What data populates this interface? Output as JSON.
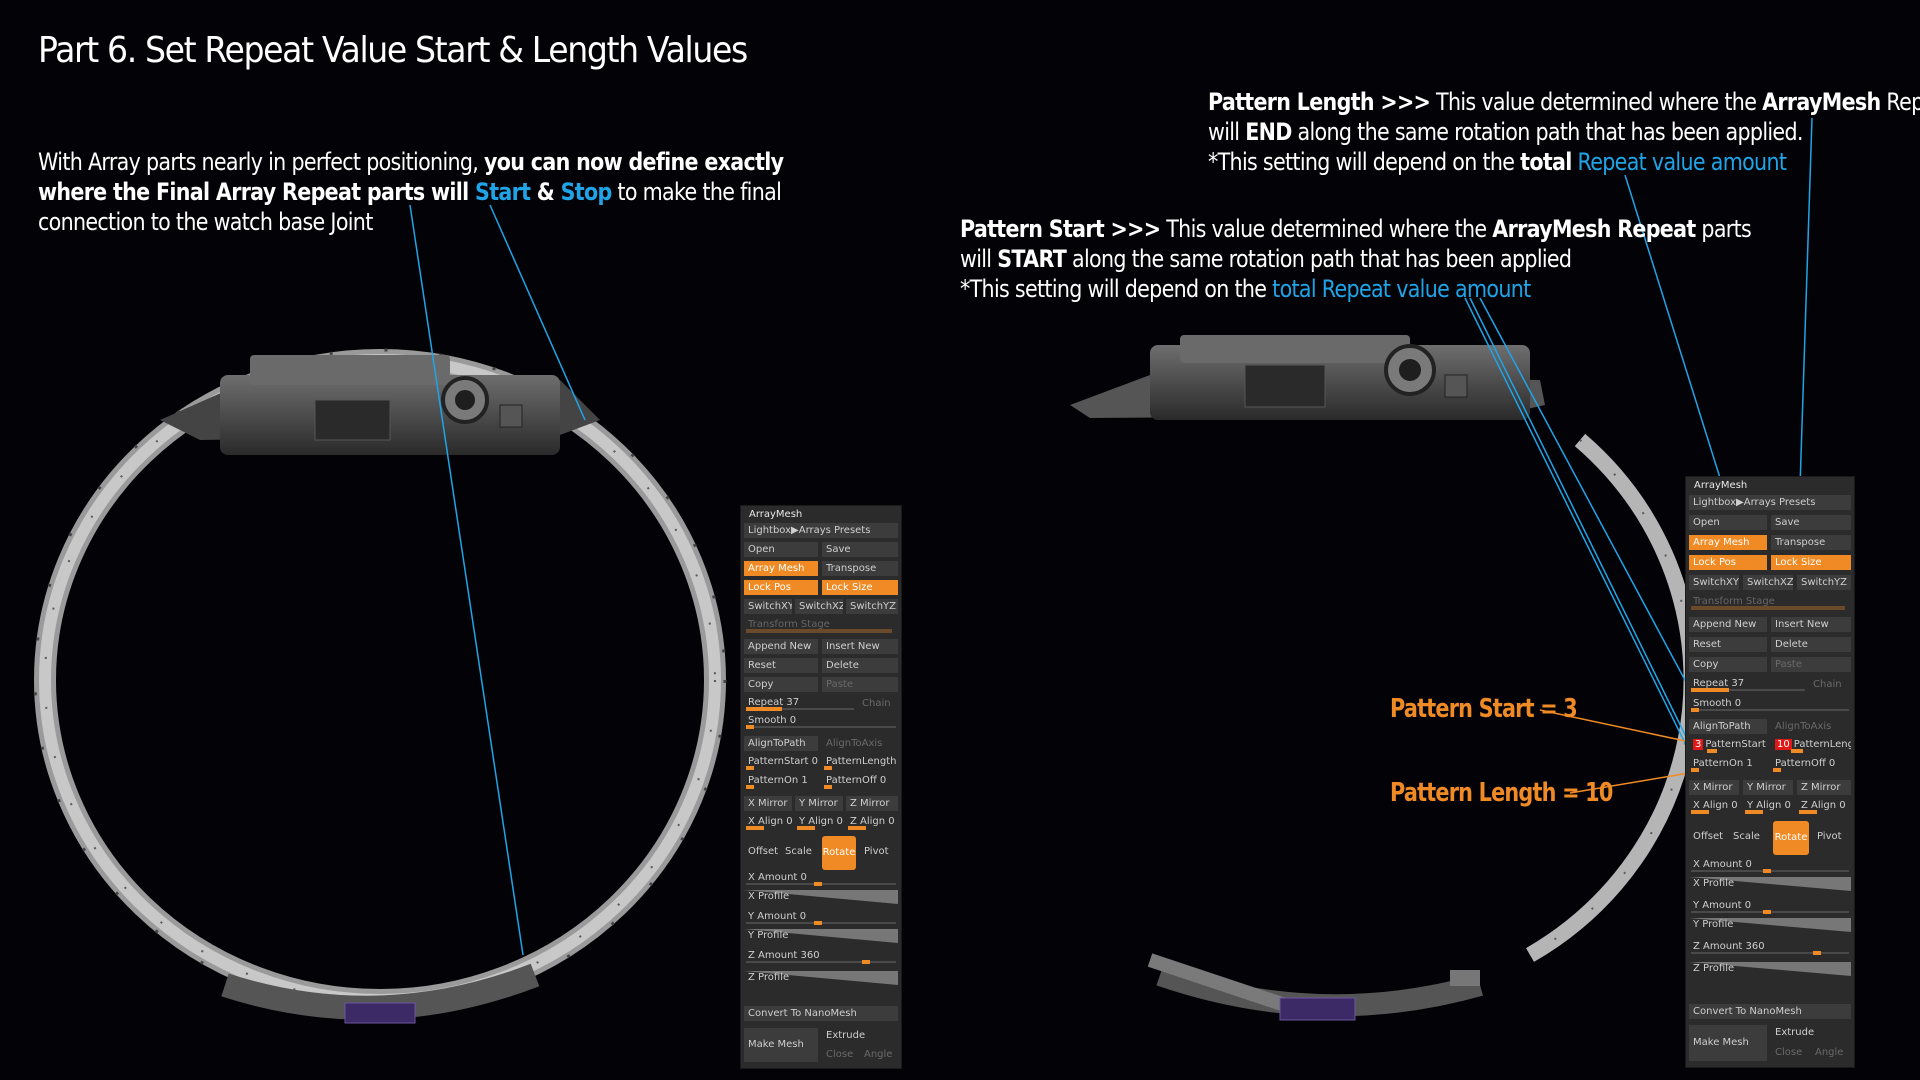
{
  "title": "Part 6. Set Repeat Value Start & Length Values",
  "intro": {
    "t1": "With Array parts nearly in perfect positioning, ",
    "t2": "you can now define exactly",
    "t3": "where the Final Array Repeat parts will ",
    "start": "Start",
    "amp": " & ",
    "stop": "Stop",
    "t4": " to make the final",
    "t5": "connection to the watch base Joint"
  },
  "pattern_length_note": {
    "label": "Pattern Length >>>",
    "t1": " This value determined where the ",
    "arraymesh": "ArrayMesh",
    "t2": " Repeat parts",
    "t3": "will ",
    "end": "END",
    "t4": " along the same rotation path that has been applied.",
    "t5": "*This setting will depend on the ",
    "total": "total",
    "t6": " ",
    "repeat_value": "Repeat value amount"
  },
  "pattern_start_note": {
    "label": "Pattern Start >>>",
    "t1": " This value determined where the ",
    "arraymesh_repeat": "ArrayMesh Repeat",
    "t2": " parts",
    "t3": "will ",
    "start": "START",
    "t4": " along the same rotation path that has been applied",
    "t5": "*This setting will depend on the ",
    "total_repeat": "total Repeat value amount"
  },
  "callouts": {
    "pattern_start": "Pattern Start = 3",
    "pattern_length": "Pattern Length = 10"
  },
  "colors": {
    "accent_orange": "#f08a24",
    "accent_blue": "#1fa4e8",
    "background": "#030307"
  },
  "palette_left": {
    "header": "ArrayMesh",
    "lightbox": "Lightbox▶Arrays Presets",
    "open": "Open",
    "save": "Save",
    "array_mesh": "Array Mesh",
    "transpose": "Transpose",
    "lock_pos": "Lock Pos",
    "lock_size": "Lock Size",
    "switch_xy": "SwitchXY",
    "switch_xz": "SwitchXZ",
    "switch_yz": "SwitchYZ",
    "transform_stage": "Transform Stage",
    "append_new": "Append New",
    "insert_new": "Insert New",
    "reset": "Reset",
    "delete": "Delete",
    "copy": "Copy",
    "paste": "Paste",
    "repeat": "Repeat 37",
    "chain": "Chain",
    "smooth": "Smooth 0",
    "align_to_path": "AlignToPath",
    "align_to_axis": "AlignToAxis",
    "pattern_start": "PatternStart 0",
    "pattern_length": "PatternLength",
    "pattern_on": "PatternOn 1",
    "pattern_off": "PatternOff 0",
    "x_mirror": "X Mirror",
    "y_mirror": "Y Mirror",
    "z_mirror": "Z Mirror",
    "x_align": "X Align 0",
    "y_align": "Y Align 0",
    "z_align": "Z Align 0",
    "offset": "Offset",
    "scale": "Scale",
    "rotate": "Rotate",
    "pivot": "Pivot",
    "x_amount": "X Amount 0",
    "x_profile": "X Profile",
    "y_amount": "Y Amount 0",
    "y_profile": "Y Profile",
    "z_amount": "Z Amount 360",
    "z_profile": "Z Profile",
    "convert": "Convert To NanoMesh",
    "make_mesh": "Make Mesh",
    "extrude": "Extrude",
    "close": "Close",
    "angle": "Angle"
  },
  "palette_right": {
    "header": "ArrayMesh",
    "lightbox": "Lightbox▶Arrays Presets",
    "open": "Open",
    "save": "Save",
    "array_mesh": "Array Mesh",
    "transpose": "Transpose",
    "lock_pos": "Lock Pos",
    "lock_size": "Lock Size",
    "switch_xy": "SwitchXY",
    "switch_xz": "SwitchXZ",
    "switch_yz": "SwitchYZ",
    "transform_stage": "Transform Stage",
    "append_new": "Append New",
    "insert_new": "Insert New",
    "reset": "Reset",
    "delete": "Delete",
    "copy": "Copy",
    "paste": "Paste",
    "repeat": "Repeat 37",
    "chain": "Chain",
    "smooth": "Smooth 0",
    "align_to_path": "AlignToPath",
    "align_to_axis": "AlignToAxis",
    "pattern_start_value": "3",
    "pattern_start": "PatternStart",
    "pattern_length_value": "10",
    "pattern_length": "PatternLengt",
    "pattern_on": "PatternOn 1",
    "pattern_off": "PatternOff 0",
    "x_mirror": "X Mirror",
    "y_mirror": "Y Mirror",
    "z_mirror": "Z Mirror",
    "x_align": "X Align 0",
    "y_align": "Y Align 0",
    "z_align": "Z Align 0",
    "offset": "Offset",
    "scale": "Scale",
    "rotate": "Rotate",
    "pivot": "Pivot",
    "x_amount": "X Amount 0",
    "x_profile": "X Profile",
    "y_amount": "Y Amount 0",
    "y_profile": "Y Profile",
    "z_amount": "Z Amount 360",
    "z_profile": "Z Profile",
    "convert": "Convert To NanoMesh",
    "make_mesh": "Make Mesh",
    "extrude": "Extrude",
    "close": "Close",
    "angle": "Angle"
  }
}
